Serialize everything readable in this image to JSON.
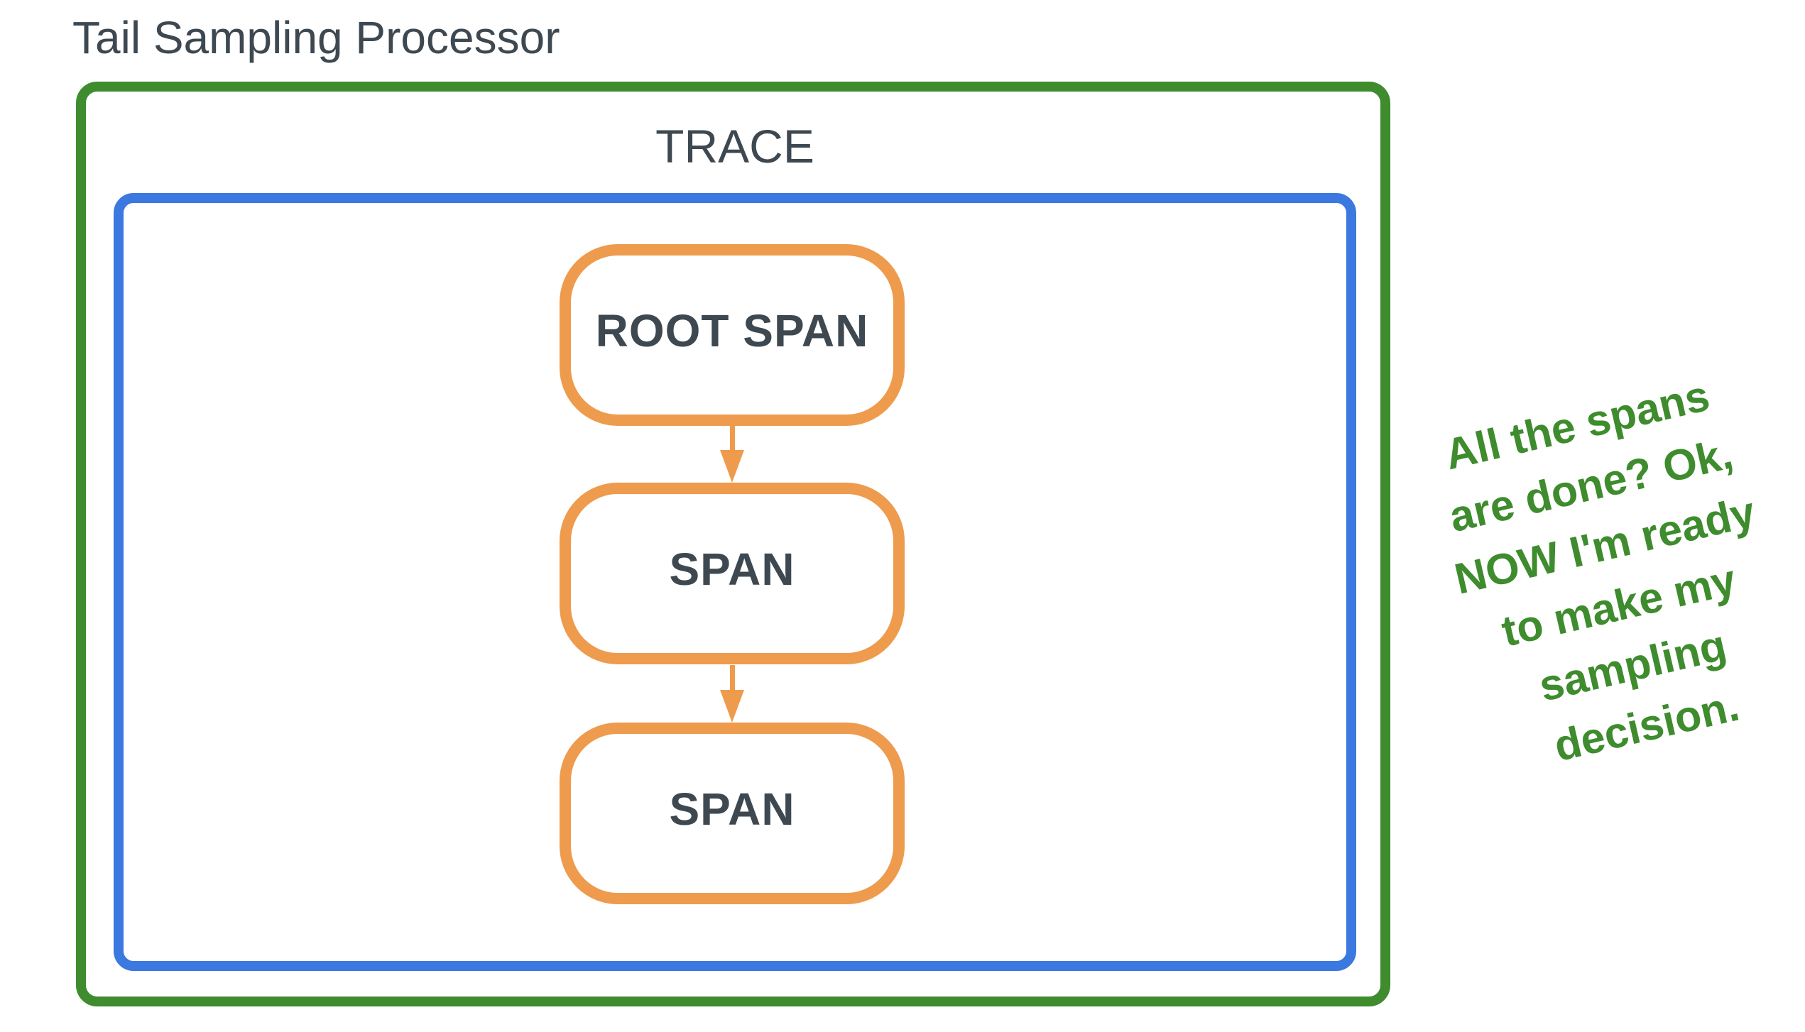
{
  "title": "Tail Sampling Processor",
  "trace": {
    "label": "TRACE"
  },
  "spans": [
    {
      "label": "ROOT SPAN"
    },
    {
      "label": "SPAN"
    },
    {
      "label": "SPAN"
    }
  ],
  "annotation": {
    "lines": [
      "All the spans",
      "are done? Ok,",
      "NOW I'm ready",
      "to make my",
      "sampling",
      "decision."
    ]
  },
  "colors": {
    "green": "#3E8C2D",
    "blue": "#3B78E0",
    "orange": "#EE9B4D",
    "text_dark": "#3E4851",
    "note_green": "#3E8C2D",
    "bg": "#FFFFFF"
  }
}
